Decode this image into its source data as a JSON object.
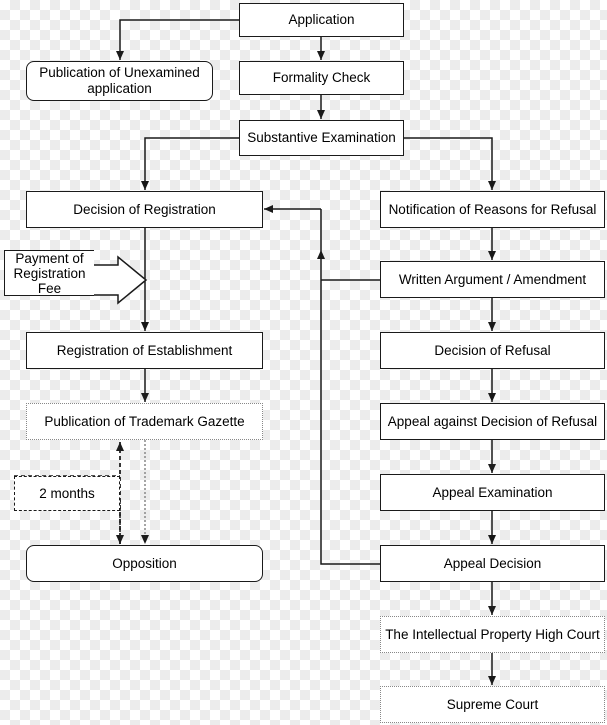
{
  "nodes": {
    "application": "Application",
    "publication_unexamined": "Publication of Unexamined application",
    "formality_check": "Formality Check",
    "substantive_examination": "Substantive Examination",
    "decision_registration": "Decision of Registration",
    "notification_refusal": "Notification of Reasons for Refusal",
    "payment_fee": "Payment of Registration Fee",
    "written_argument": "Written Argument / Amendment",
    "registration_establishment": "Registration of Establishment",
    "decision_refusal": "Decision of Refusal",
    "publication_gazette": "Publication of Trademark Gazette",
    "appeal_against_refusal": "Appeal against Decision of Refusal",
    "two_months": "2 months",
    "appeal_examination": "Appeal Examination",
    "opposition": "Opposition",
    "appeal_decision": "Appeal Decision",
    "ip_high_court": "The Intellectual Property High Court",
    "supreme_court": "Supreme Court"
  }
}
